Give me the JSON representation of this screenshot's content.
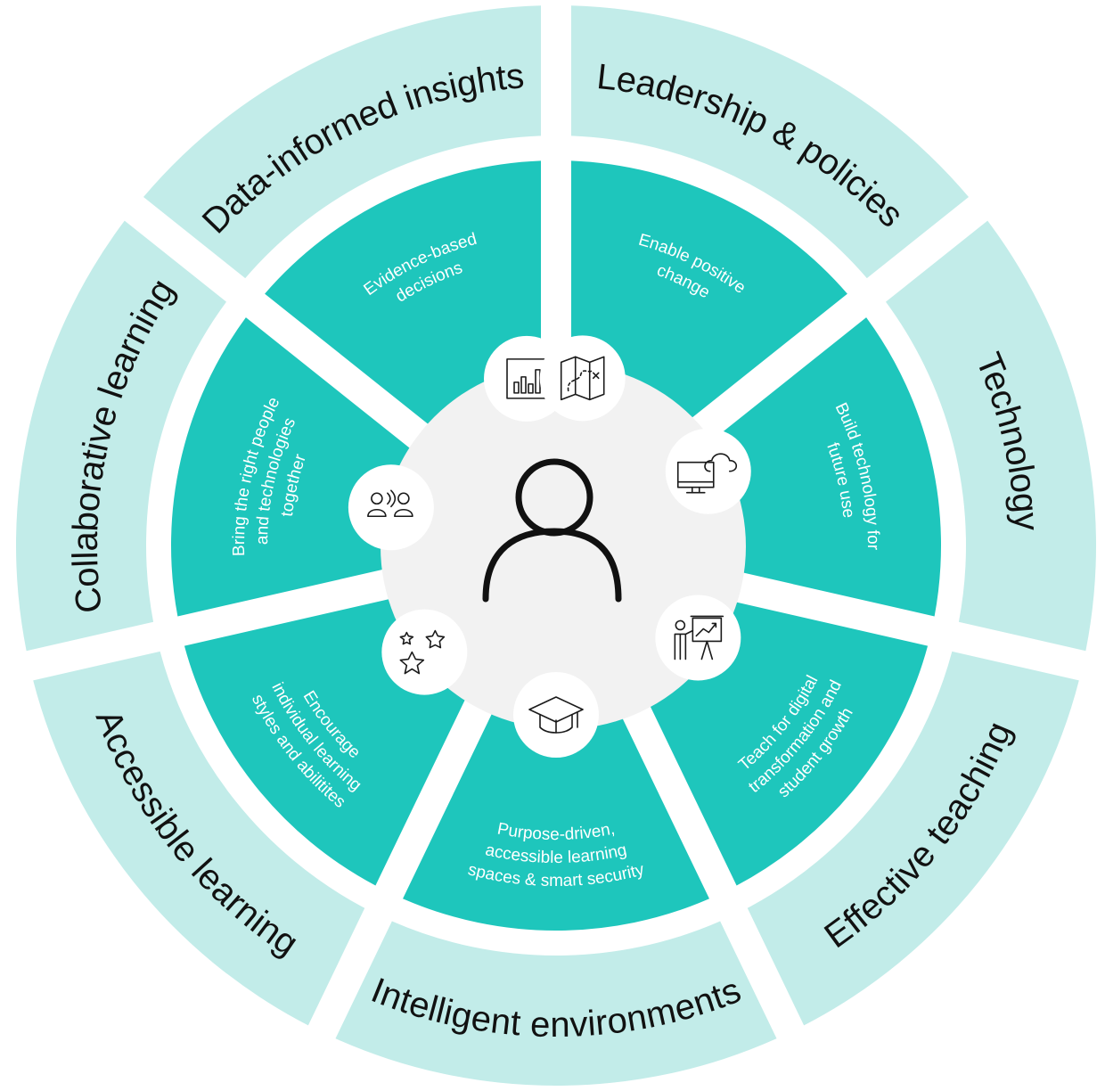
{
  "diagram": {
    "segments": [
      {
        "key": "data",
        "title": "Data-informed insights",
        "description_lines": [
          "Evidence-based",
          "decisions"
        ],
        "icon": "bar-chart-icon"
      },
      {
        "key": "leadership",
        "title": "Leadership & policies",
        "description_lines": [
          "Enable positive",
          "change"
        ],
        "icon": "map-icon"
      },
      {
        "key": "technology",
        "title": "Technology",
        "description_lines": [
          "Build technology for",
          "future use"
        ],
        "icon": "monitor-cloud-icon"
      },
      {
        "key": "teaching",
        "title": "Effective teaching",
        "description_lines": [
          "Teach for digital",
          "transformation and",
          "student growth"
        ],
        "icon": "teacher-presentation-icon"
      },
      {
        "key": "environments",
        "title": "Intelligent environments",
        "description_lines": [
          "Purpose-driven,",
          "accessible learning",
          "spaces & smart security"
        ],
        "icon": "graduation-cap-icon"
      },
      {
        "key": "accessible",
        "title": "Accessible learning",
        "description_lines": [
          "Encourage",
          "individual learning",
          "styles and abilitites"
        ],
        "icon": "stars-icon"
      },
      {
        "key": "collaborative",
        "title": "Collaborative learning",
        "description_lines": [
          "Bring the right people",
          "and technologies",
          "together"
        ],
        "icon": "people-talking-icon"
      }
    ],
    "center_icon": "person-icon",
    "colors": {
      "outer_ring": "#c2ece9",
      "inner_ring": "#1ec6bc",
      "hub": "#f2f2f2",
      "bubble": "#ffffff"
    }
  }
}
